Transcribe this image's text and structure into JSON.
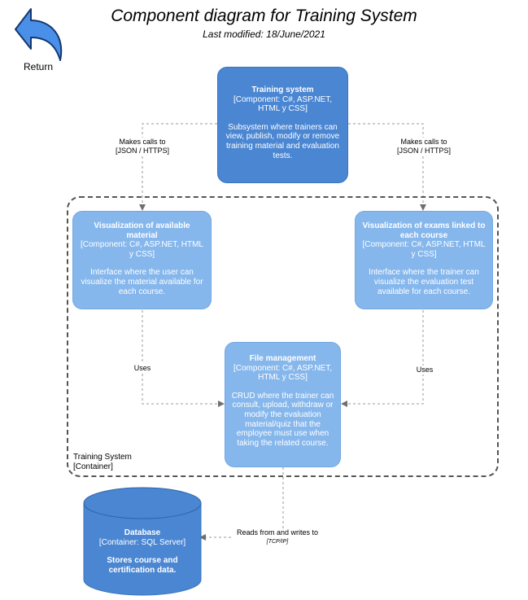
{
  "header": {
    "title": "Component diagram for Training System",
    "subtitle": "Last modified: 18/June/2021"
  },
  "return_label": "Return",
  "training_system": {
    "name": "Training system",
    "tech_line1": "[Component: C#, ASP.NET,",
    "tech_line2": "HTML y CSS]",
    "desc_line1": "Subsystem where trainers can",
    "desc_line2": "view, publish, modify or remove",
    "desc_line3": "training material and evaluation",
    "desc_line4": "tests."
  },
  "material_view": {
    "name_line1": "Visualization of available",
    "name_line2": "material",
    "tech_line1": "[Component: C#, ASP.NET, HTML",
    "tech_line2": "y CSS]",
    "desc_line1": "Interface where the user can",
    "desc_line2": "visualize the material available for",
    "desc_line3": "each course."
  },
  "exams_view": {
    "name_line1": "Visualization of exams linked to",
    "name_line2": "each course",
    "tech_line1": "[Component: C#, ASP.NET, HTML",
    "tech_line2": "y CSS]",
    "desc_line1": "Interface where the trainer can",
    "desc_line2": "visualize the evaluation test",
    "desc_line3": "available for each course."
  },
  "file_management": {
    "name": "File management",
    "tech_line1": "[Component: C#, ASP.NET,",
    "tech_line2": "HTML y CSS]",
    "desc_line1": "CRUD where the trainer can",
    "desc_line2": "consult, upload, withdraw or",
    "desc_line3": "modify the evaluation",
    "desc_line4": "material/quiz that the",
    "desc_line5": "employee must use when",
    "desc_line6": "taking the related course."
  },
  "boundary": {
    "name": "Training System",
    "type": "[Container]"
  },
  "database": {
    "name": "Database",
    "tech": "[Container: SQL Server]",
    "desc_line1": "Stores course and",
    "desc_line2": "certification data."
  },
  "edges": {
    "calls_left_line1": "Makes calls to",
    "calls_left_line2": "[JSON / HTTPS]",
    "calls_right_line1": "Makes calls to",
    "calls_right_line2": "[JSON / HTTPS]",
    "uses_left": "Uses",
    "uses_right": "Uses",
    "db_line1": "Reads from and writes to",
    "db_line2": "[TCP/IP]"
  },
  "colors": {
    "dark_component": "#4a86d2",
    "light_component": "#86b7ec",
    "return_arrow": "#4a8fe8",
    "connector": "#808080"
  },
  "icons": {
    "return": "return-arrow-icon",
    "database": "database-cylinder-icon"
  }
}
